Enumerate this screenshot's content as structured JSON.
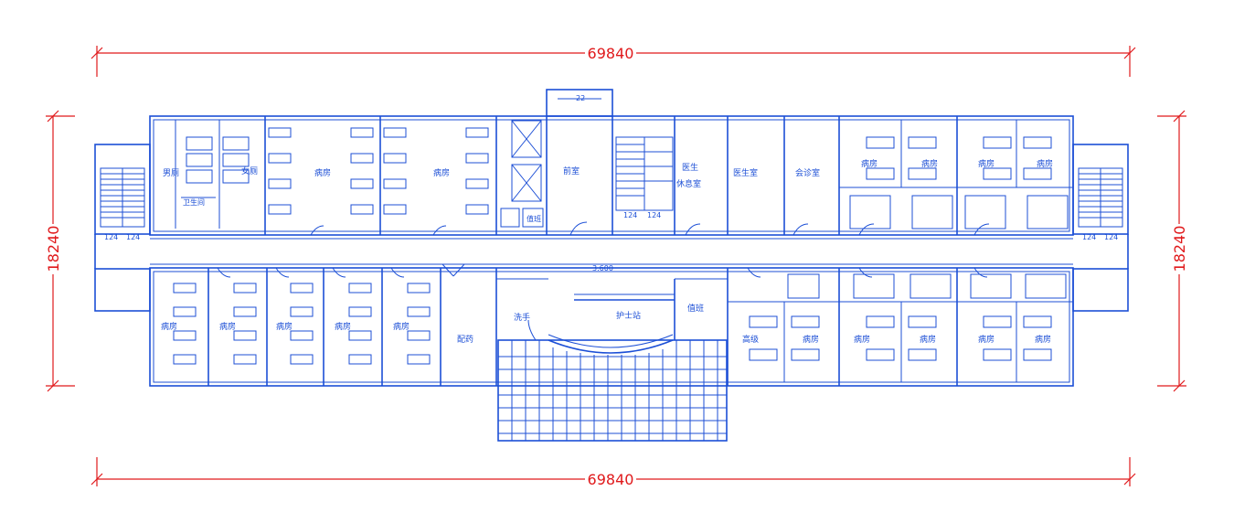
{
  "dimensions": {
    "top": "69840",
    "bottom": "69840",
    "left": "18240",
    "right": "18240"
  },
  "rooms": {
    "toilet_left": "男厕",
    "toilet_right": "女厕",
    "ward": "病房",
    "front_room": "前室",
    "duty_tag": "值班",
    "doctor_rest_1": "医生",
    "doctor_rest_2": "休息室",
    "doctor_office": "医生室",
    "consult_room": "会诊室",
    "dispensary": "配药",
    "disposal": "洗手",
    "nurse_station": "护士站",
    "on_duty": "值班",
    "ward_alt": "高级"
  },
  "labels": {
    "stair_code": "124",
    "elevation": "3.600",
    "ramp": "22",
    "toilet_sign": "卫生间"
  },
  "colors": {
    "dimension": "#e0191b",
    "linework": "#1c4fd6"
  }
}
